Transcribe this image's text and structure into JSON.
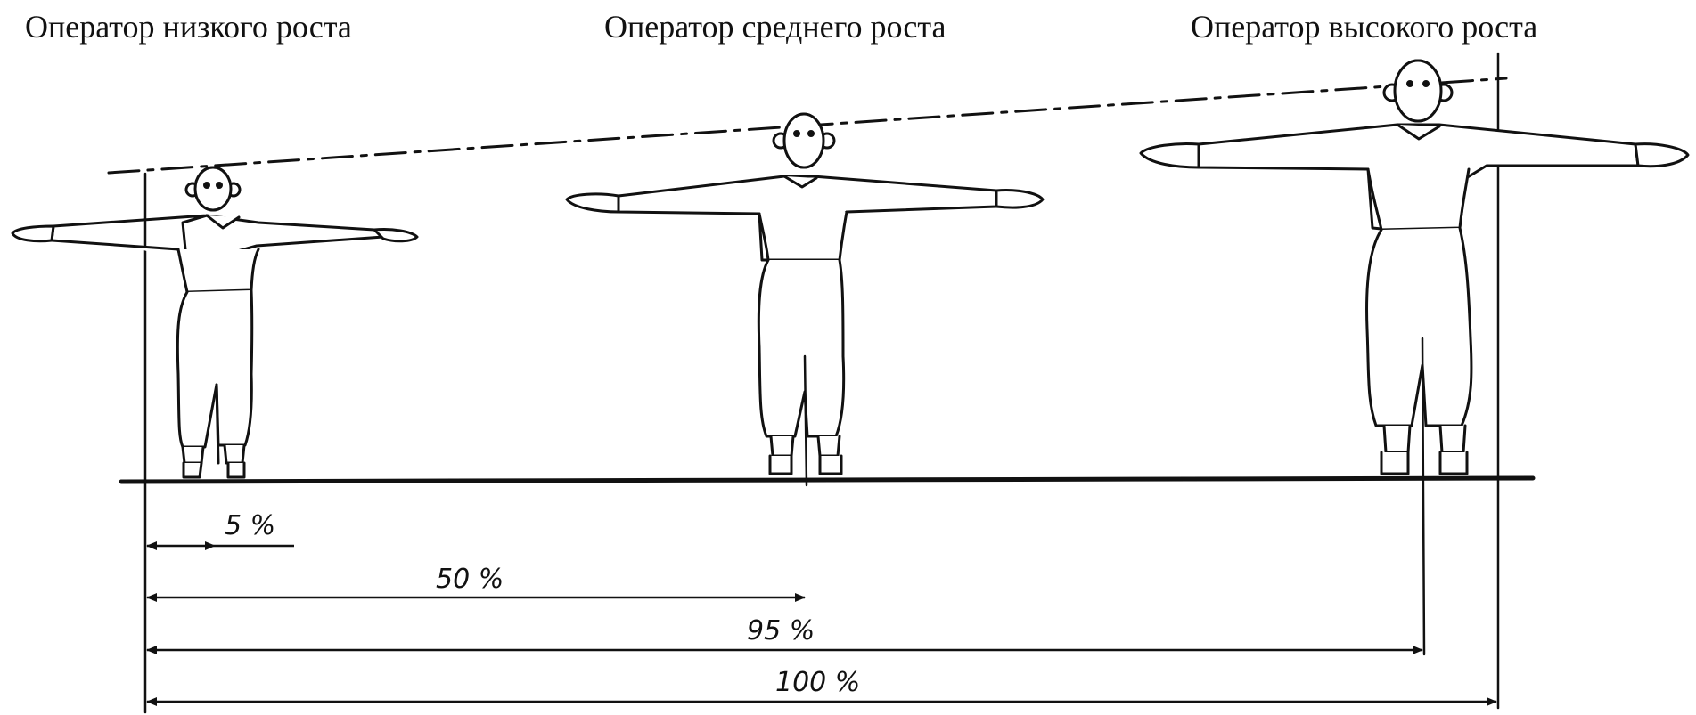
{
  "labels": {
    "short_operator": "Оператор низкого роста",
    "medium_operator": "Оператор среднего роста",
    "tall_operator": "Оператор высокого роста"
  },
  "dimensions": {
    "p5": "5 %",
    "p50": "50 %",
    "p95": "95 %",
    "p100": "100 %"
  }
}
